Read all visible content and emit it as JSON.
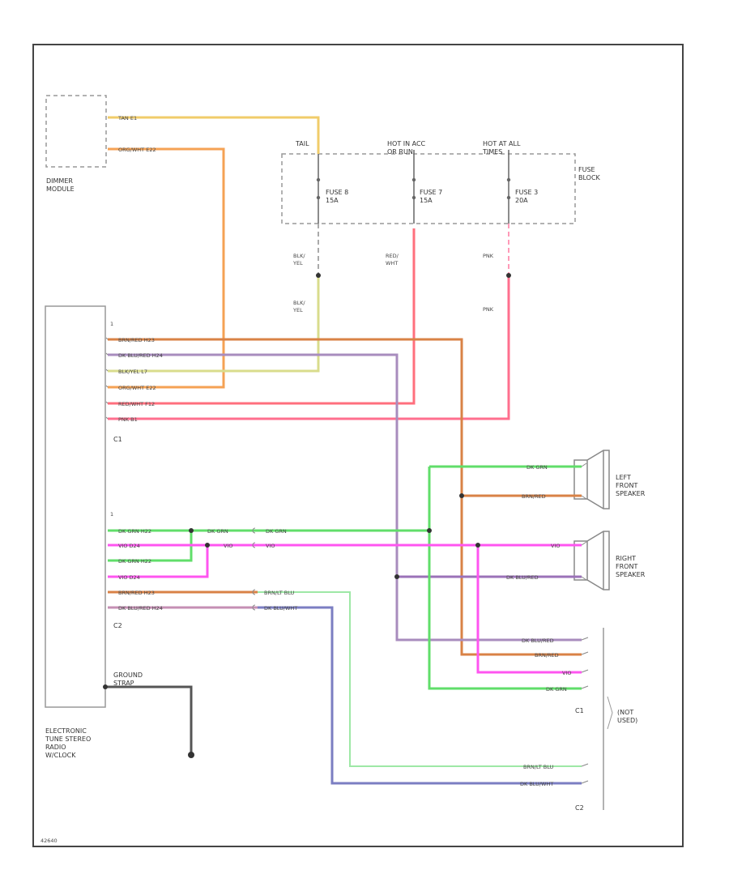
{
  "components": {
    "dimmer": "DIMMER\nMODULE",
    "fuse_block": "FUSE\nBLOCK",
    "radio": "ELECTRONIC\nTUNE STEREO\nRADIO\nW/CLOCK",
    "left_speaker": "LEFT\nFRONT\nSPEAKER",
    "right_speaker": "RIGHT\nFRONT\nSPEAKER",
    "amp": "(NOT\nUSED)",
    "ground": "GROUND\nSTRAP"
  },
  "fuses": {
    "fuse8": "FUSE 8\n15A",
    "fuse7": "FUSE 7\n15A",
    "fuse3": "FUSE 3\n20A",
    "tail": "TAIL",
    "hot_acc": "HOT IN ACC\nOR RUN",
    "hot_all": "HOT AT ALL\nTIMES"
  },
  "connectors": {
    "c1": "C1",
    "c2": "C2",
    "c1b": "C1",
    "c2b": "C2",
    "pin1a": "1",
    "pin1b": "1"
  },
  "wires": {
    "tan": "TAN  E1",
    "orgwht": "ORG/WHT  E22",
    "blkyel": "BLK/\nYEL",
    "blkyel2": "BLK/\nYEL",
    "redwht": "RED/\nWHT",
    "pnk": "PNK",
    "pnk2": "PNK",
    "c1_1": "BRN/RED  H23",
    "c1_2": "DK BLU/RED  H24",
    "c1_3": "BLK/YEL  L7",
    "c1_4": "ORG/WHT  E22",
    "c1_5": "RED/WHT  F12",
    "c1_6": "PNK  B1",
    "c2_1": "DK GRN  H22",
    "c2_2": "VIO  D24",
    "c2_3": "DK GRN  H22",
    "c2_4": "VIO  D24",
    "c2_5": "BRN/RED  H23",
    "c2_6": "DK BLU/RED  H24",
    "mid_dkgrn": "DK GRN",
    "mid_vio": "VIO",
    "mid_dkgrn2": "DK GRN",
    "mid_vio2": "VIO",
    "mid_brnltblu": "BRN/LT BLU",
    "mid_dkbluwht": "DK BLU/WHT",
    "spk_l1": "DK GRN",
    "spk_l2": "BRN/RED",
    "spk_r1": "VIO",
    "spk_r2": "DK BLU/RED",
    "amp1": "DK BLU/RED",
    "amp2": "BRN/RED",
    "amp3": "VIO",
    "amp4": "DK GRN",
    "amp5": "BRN/LT BLU",
    "amp6": "DK BLU/WHT"
  },
  "figure_id": "42640",
  "colors": {
    "tan": "#f1cc6a",
    "orange": "#f5a254",
    "olive": "#d9dc8c",
    "red": "#ff6f7d",
    "pink": "#ff7aa5",
    "brown": "#d98246",
    "purple": "#9b72b8",
    "blue": "#7b7ec2",
    "green": "#60de6a",
    "violet": "#ff55f0",
    "ltgreen": "#9ee8a6",
    "mauve": "#c58fb4"
  }
}
